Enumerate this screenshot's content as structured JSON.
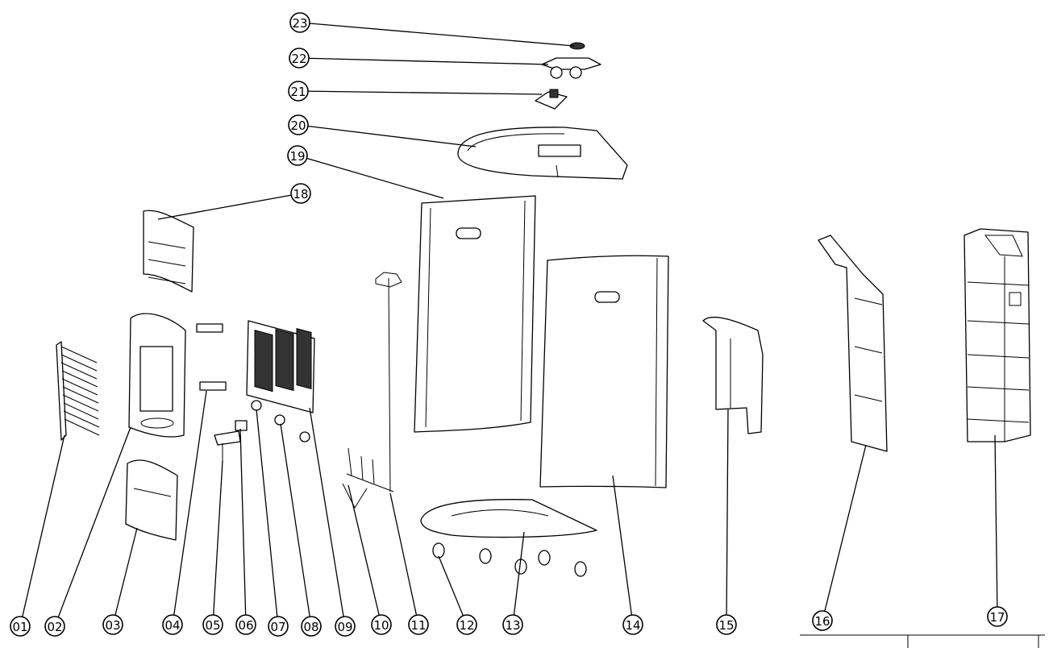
{
  "callouts": [
    "01",
    "02",
    "03",
    "04",
    "05",
    "06",
    "07",
    "08",
    "09",
    "10",
    "11",
    "12",
    "13",
    "14",
    "15",
    "16",
    "17",
    "18",
    "19",
    "20",
    "21",
    "22",
    "23"
  ],
  "colors": {
    "line": "#000000",
    "background": "#ffffff"
  }
}
